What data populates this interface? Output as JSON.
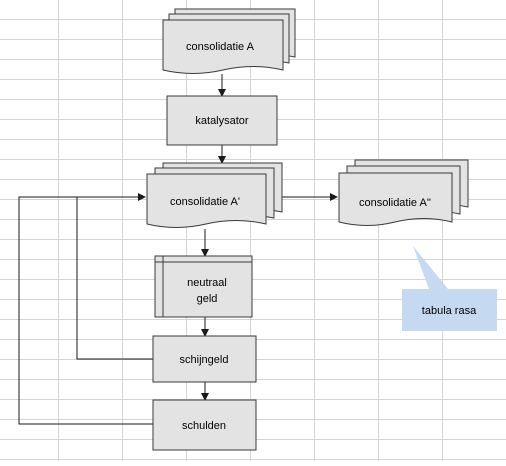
{
  "colors": {
    "gridline": "#d4d4d4",
    "shape_fill": "#e3e3e3",
    "shape_stroke": "#3a3a3a",
    "connector": "#1a1a1a",
    "callout_fill": "#c5d9f1",
    "page_background": "#ffffff"
  },
  "nodes": {
    "consolidatie_a": "consolidatie A",
    "katalysator": "katalysator",
    "consolidatie_a_prime": "consolidatie A'",
    "consolidatie_a_double": "consolidatie A''",
    "neutraal_geld_line1": "neutraal",
    "neutraal_geld_line2": "geld",
    "schijngeld": "schijngeld",
    "schulden": "schulden"
  },
  "callout": {
    "text": "tabula rasa"
  }
}
